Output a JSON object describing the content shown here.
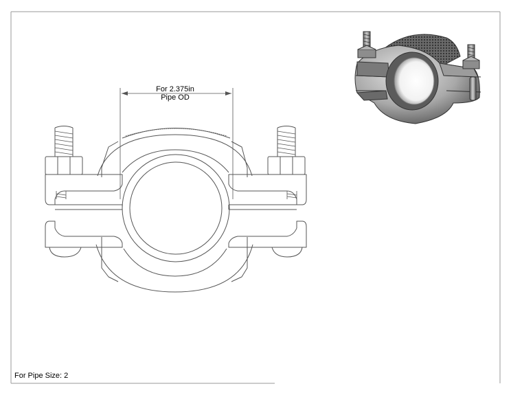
{
  "drawing": {
    "dimension_label_line1": "For 2.375in",
    "dimension_label_line2": "Pipe OD",
    "pipe_size_note": "For Pipe Size: 2"
  },
  "colors": {
    "line": "#555555",
    "frame": "#9a9a9a",
    "iso_body": "#8c8c8c",
    "iso_dark": "#4a4a4a",
    "background": "#ffffff"
  }
}
